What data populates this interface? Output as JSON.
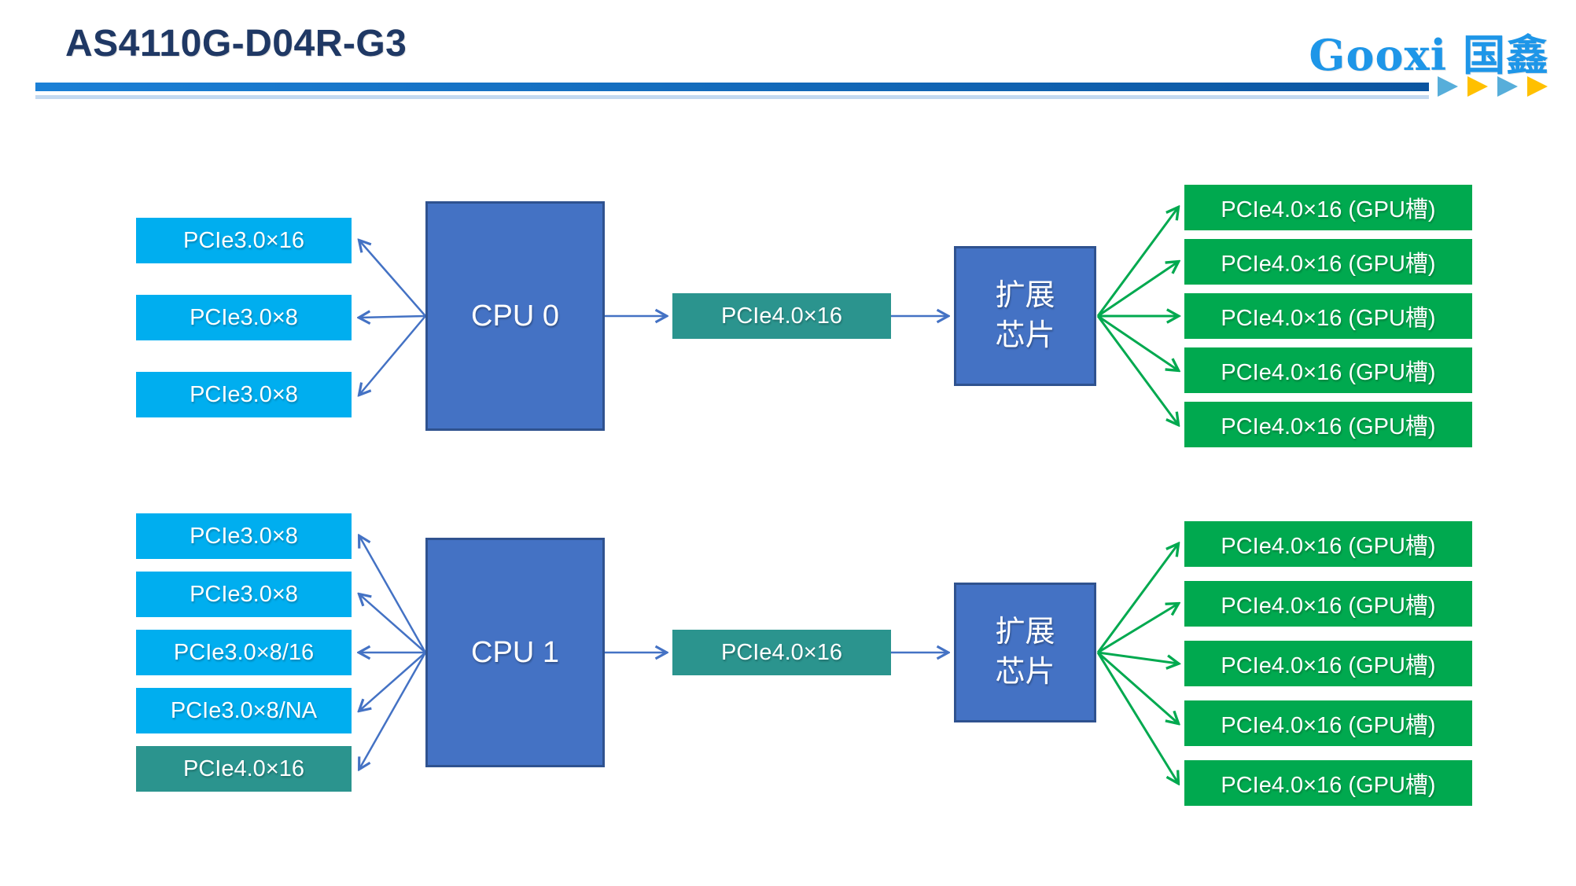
{
  "header": {
    "title": "AS4110G-D04R-G3",
    "logo": "Gooxi 国鑫"
  },
  "colors": {
    "title": "#1F3864",
    "logo": "#1E96E8",
    "bar_left": "#1B80D6",
    "bar_right": "#0B55A0",
    "bar_light": "#C3D9F0",
    "triangle_blue": "#57AEDA",
    "triangle_orange": "#FFC000",
    "cpu_fill": "#4472C4",
    "cpu_border": "#2F528F",
    "cyan_fill": "#00AEEF",
    "teal_fill": "#2B948E",
    "green_fill": "#00A94F",
    "arrow_blue": "#4472C4",
    "arrow_green": "#00A94F"
  },
  "diagram": {
    "clusters": [
      {
        "cpu": "CPU 0",
        "left_slots": [
          {
            "label": "PCIe3.0×16",
            "type": "cyan"
          },
          {
            "label": "PCIe3.0×8",
            "type": "cyan"
          },
          {
            "label": "PCIe3.0×8",
            "type": "cyan"
          }
        ],
        "bus": "PCIe4.0×16",
        "expander": [
          "扩展",
          "芯片"
        ],
        "gpu_slots": [
          "PCIe4.0×16 (GPU槽)",
          "PCIe4.0×16 (GPU槽)",
          "PCIe4.0×16 (GPU槽)",
          "PCIe4.0×16 (GPU槽)",
          "PCIe4.0×16 (GPU槽)"
        ]
      },
      {
        "cpu": "CPU 1",
        "left_slots": [
          {
            "label": "PCIe3.0×8",
            "type": "cyan"
          },
          {
            "label": "PCIe3.0×8",
            "type": "cyan"
          },
          {
            "label": "PCIe3.0×8/16",
            "type": "cyan"
          },
          {
            "label": "PCIe3.0×8/NA",
            "type": "cyan"
          },
          {
            "label": "PCIe4.0×16",
            "type": "teal"
          }
        ],
        "bus": "PCIe4.0×16",
        "expander": [
          "扩展",
          "芯片"
        ],
        "gpu_slots": [
          "PCIe4.0×16 (GPU槽)",
          "PCIe4.0×16 (GPU槽)",
          "PCIe4.0×16 (GPU槽)",
          "PCIe4.0×16 (GPU槽)",
          "PCIe4.0×16 (GPU槽)"
        ]
      }
    ]
  }
}
